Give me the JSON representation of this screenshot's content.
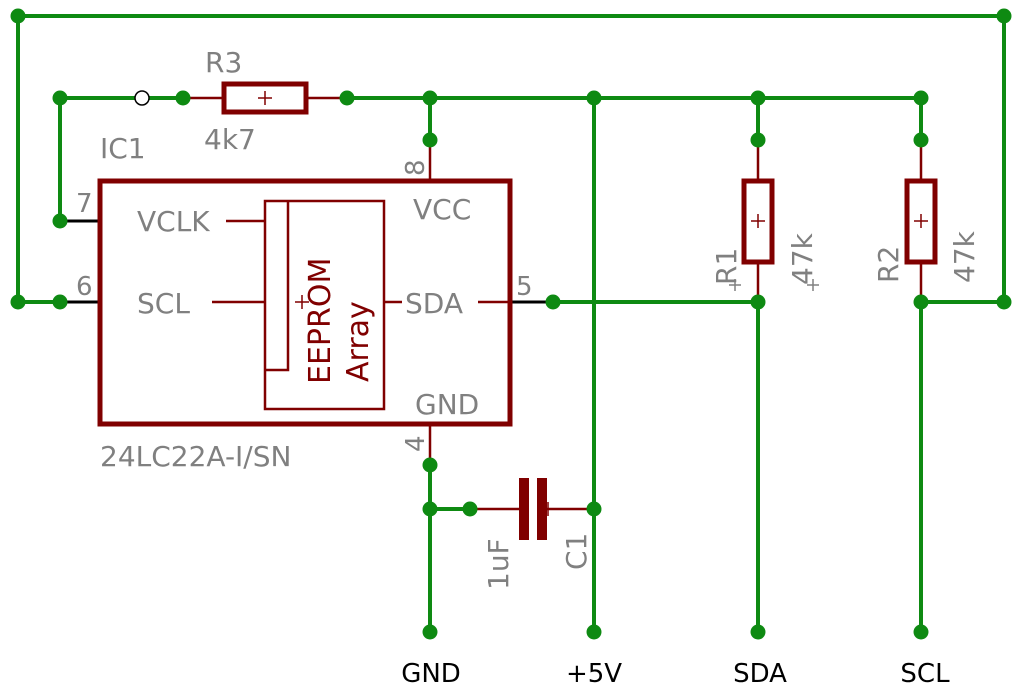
{
  "ic": {
    "name": "IC1",
    "part": "24LC22A-I/SN",
    "inner_label_1": "EEPROM",
    "inner_label_2": "Array",
    "pins": {
      "vclk": {
        "num": "7",
        "name": "VCLK"
      },
      "scl": {
        "num": "6",
        "name": "SCL"
      },
      "vcc": {
        "num": "8",
        "name": "VCC"
      },
      "sda": {
        "num": "5",
        "name": "SDA"
      },
      "gnd": {
        "num": "4",
        "name": "GND"
      }
    }
  },
  "r3": {
    "name": "R3",
    "value": "4k7"
  },
  "r1": {
    "name": "R1",
    "value": "47k"
  },
  "r2": {
    "name": "R2",
    "value": "47k"
  },
  "c1": {
    "name": "C1",
    "value": "1uF"
  },
  "nets": {
    "gnd": "GND",
    "v5": "+5V",
    "sda": "SDA",
    "scl": "SCL"
  },
  "colors": {
    "wire": "#0e8a12",
    "component": "#800000",
    "label": "#808080",
    "net_label": "#000000"
  }
}
